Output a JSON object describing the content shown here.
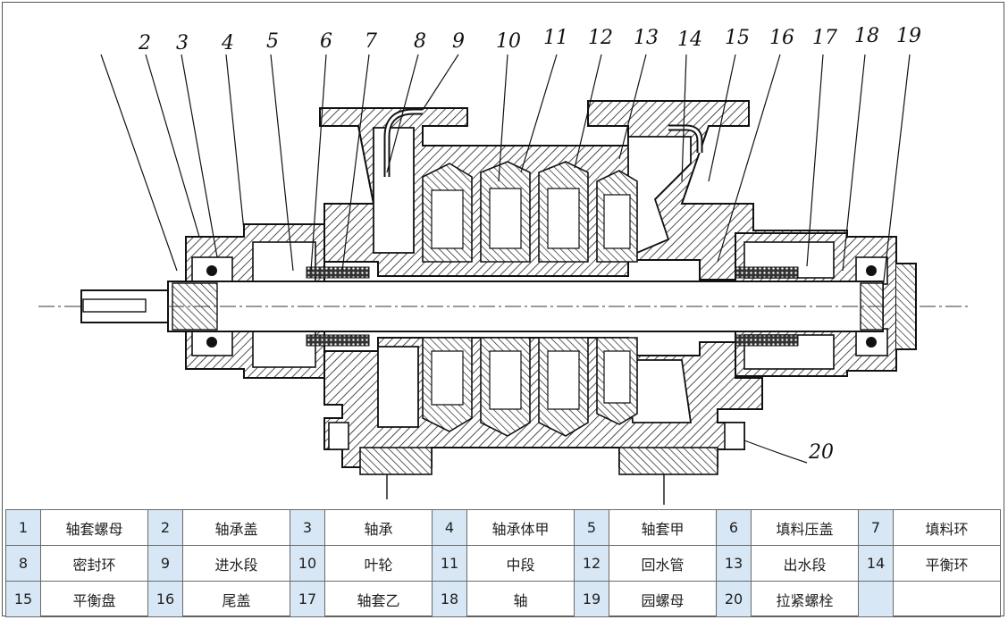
{
  "diagram": {
    "callouts": [
      "2",
      "3",
      "4",
      "5",
      "6",
      "7",
      "8",
      "9",
      "10",
      "11",
      "12",
      "13",
      "14",
      "15",
      "16",
      "17",
      "18",
      "19",
      "20"
    ]
  },
  "legend": {
    "rows": [
      [
        {
          "num": "1",
          "name": "轴套螺母"
        },
        {
          "num": "2",
          "name": "轴承盖"
        },
        {
          "num": "3",
          "name": "轴承"
        },
        {
          "num": "4",
          "name": "轴承体甲"
        },
        {
          "num": "5",
          "name": "轴套甲"
        },
        {
          "num": "6",
          "name": "填料压盖"
        },
        {
          "num": "7",
          "name": "填料环"
        }
      ],
      [
        {
          "num": "8",
          "name": "密封环"
        },
        {
          "num": "9",
          "name": "进水段"
        },
        {
          "num": "10",
          "name": "叶轮"
        },
        {
          "num": "11",
          "name": "中段"
        },
        {
          "num": "12",
          "name": "回水管"
        },
        {
          "num": "13",
          "name": "出水段"
        },
        {
          "num": "14",
          "name": "平衡环"
        }
      ],
      [
        {
          "num": "15",
          "name": "平衡盘"
        },
        {
          "num": "16",
          "name": "尾盖"
        },
        {
          "num": "17",
          "name": "轴套乙"
        },
        {
          "num": "18",
          "name": "轴"
        },
        {
          "num": "19",
          "name": "园螺母"
        },
        {
          "num": "20",
          "name": "拉紧螺栓"
        },
        {
          "num": "",
          "name": ""
        }
      ]
    ]
  }
}
